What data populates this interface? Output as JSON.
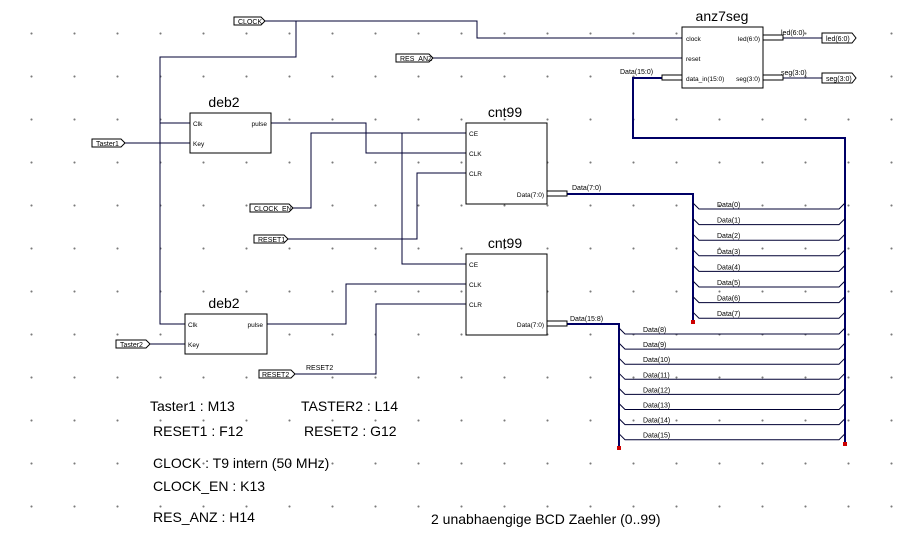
{
  "blocks": {
    "anz7seg": {
      "title": "anz7seg",
      "pins_in": [
        "clock",
        "reset",
        "data_in(15:0)"
      ],
      "pins_out": [
        "led(6:0)",
        "seg(3:0)"
      ]
    },
    "deb2_top": {
      "title": "deb2",
      "pins_in": [
        "Clk",
        "Key"
      ],
      "pins_out": [
        "pulse"
      ]
    },
    "deb2_bottom": {
      "title": "deb2",
      "pins_in": [
        "Clk",
        "Key"
      ],
      "pins_out": [
        "pulse"
      ]
    },
    "cnt99_top": {
      "title": "cnt99",
      "pins_in": [
        "CE",
        "CLK",
        "CLR"
      ],
      "pins_out": [
        "Data(7:0)"
      ]
    },
    "cnt99_bottom": {
      "title": "cnt99",
      "pins_in": [
        "CE",
        "CLK",
        "CLR"
      ],
      "pins_out": [
        "Data(7:0)"
      ]
    }
  },
  "ports": {
    "clock": "CLOCK",
    "res_anz": "RES_ANZ",
    "taster1": "Taster1",
    "clock_en": "CLOCK_EN",
    "reset1": "RESET1",
    "taster2": "Taster2",
    "reset2": "RESET2",
    "led": "led(6:0)",
    "seg": "seg(3:0)"
  },
  "nets": {
    "data_15_0": "Data(15:0)",
    "data_7_0": "Data(7:0)",
    "data_15_8": "Data(15:8)",
    "reset2_wire": "RESET2",
    "led_wire": "led(6:0)",
    "seg_wire": "seg(3:0)"
  },
  "bits_low": [
    "Data(0)",
    "Data(1)",
    "Data(2)",
    "Data(3)",
    "Data(4)",
    "Data(5)",
    "Data(6)",
    "Data(7)"
  ],
  "bits_high": [
    "Data(8)",
    "Data(9)",
    "Data(10)",
    "Data(11)",
    "Data(12)",
    "Data(13)",
    "Data(14)",
    "Data(15)"
  ],
  "notes": {
    "taster1": "Taster1 : M13",
    "taster2": "TASTER2 : L14",
    "reset1": "RESET1 : F12",
    "reset2": "RESET2 : G12",
    "clock": "CLOCK : T9 intern (50 MHz)",
    "clock_en": "CLOCK_EN : K13",
    "res_anz": "RES_ANZ : H14",
    "description": "2 unabhaengige BCD  Zaehler (0..99)"
  }
}
